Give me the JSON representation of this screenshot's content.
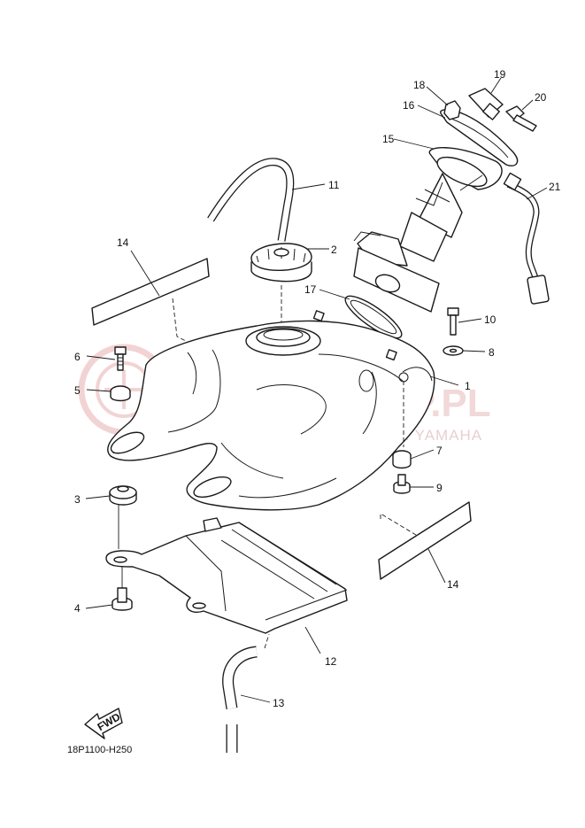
{
  "diagram": {
    "code": "18P1100-H250",
    "fwd_label": "FWD",
    "watermark": {
      "main": "YAMA-SKLEP.PL",
      "sub": "WOJCIECHOWICZ | DEALER YAMAHA"
    },
    "callouts": [
      "1",
      "2",
      "3",
      "4",
      "5",
      "6",
      "7",
      "8",
      "9",
      "10",
      "11",
      "12",
      "13",
      "14",
      "14",
      "15",
      "16",
      "17",
      "18",
      "19",
      "20",
      "21"
    ]
  }
}
